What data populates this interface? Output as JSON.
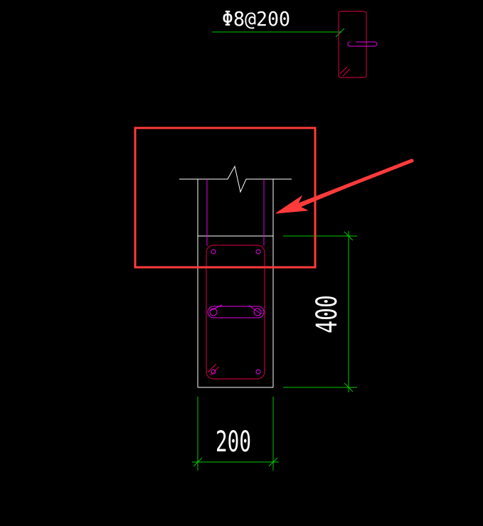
{
  "labels": {
    "rebar_spec": "Φ8@200",
    "height_dim": "400",
    "width_dim": "200"
  },
  "colors": {
    "background": "#000000",
    "outline": "#ffffff",
    "dimension": "#00c800",
    "stirrup": "#e0004a",
    "bars": "#e600e6",
    "annotation": "#ff3b3b"
  }
}
